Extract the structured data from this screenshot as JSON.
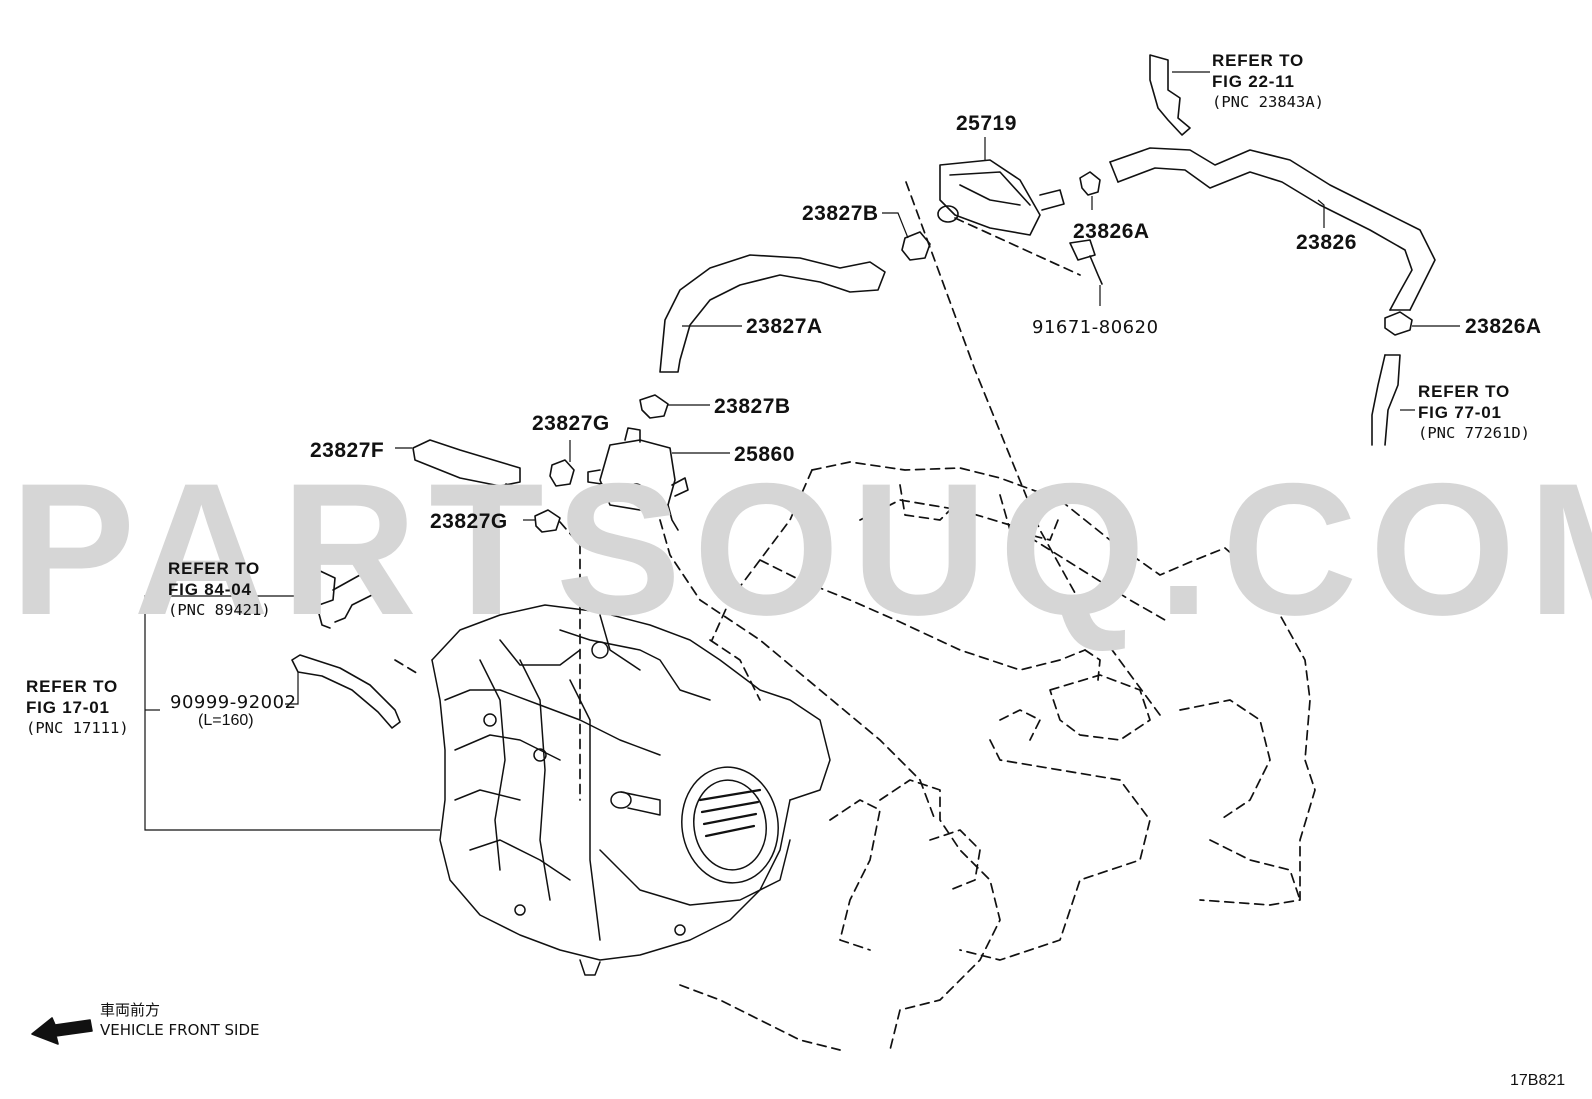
{
  "watermark": "PARTSOUQ.COM",
  "figure_code": "17B821",
  "direction": {
    "japanese": "車両前方",
    "english": "VEHICLE FRONT SIDE"
  },
  "callouts": {
    "p25719": "25719",
    "p23827B_top": "23827B",
    "p23826A_top": "23826A",
    "p23826": "23826",
    "p91671": "91671-80620",
    "p23827A": "23827A",
    "p23826A_right": "23826A",
    "p23827B_mid": "23827B",
    "p23827G_top": "23827G",
    "p23827F": "23827F",
    "p25860": "25860",
    "p23827G_bot": "23827G",
    "p90999": "90999-92002",
    "p90999_len": "(L=160)"
  },
  "references": {
    "ref_22_11": {
      "line1": "REFER TO",
      "line2": "FIG 22-11",
      "line3": "(PNC 23843A)"
    },
    "ref_77_01": {
      "line1": "REFER TO",
      "line2": "FIG 77-01",
      "line3": "(PNC 77261D)"
    },
    "ref_84_04": {
      "line1": "REFER TO",
      "line2": "FIG 84-04",
      "line3": "(PNC 89421)"
    },
    "ref_17_01": {
      "line1": "REFER TO",
      "line2": "FIG 17-01",
      "line3": "(PNC 17111)"
    }
  }
}
